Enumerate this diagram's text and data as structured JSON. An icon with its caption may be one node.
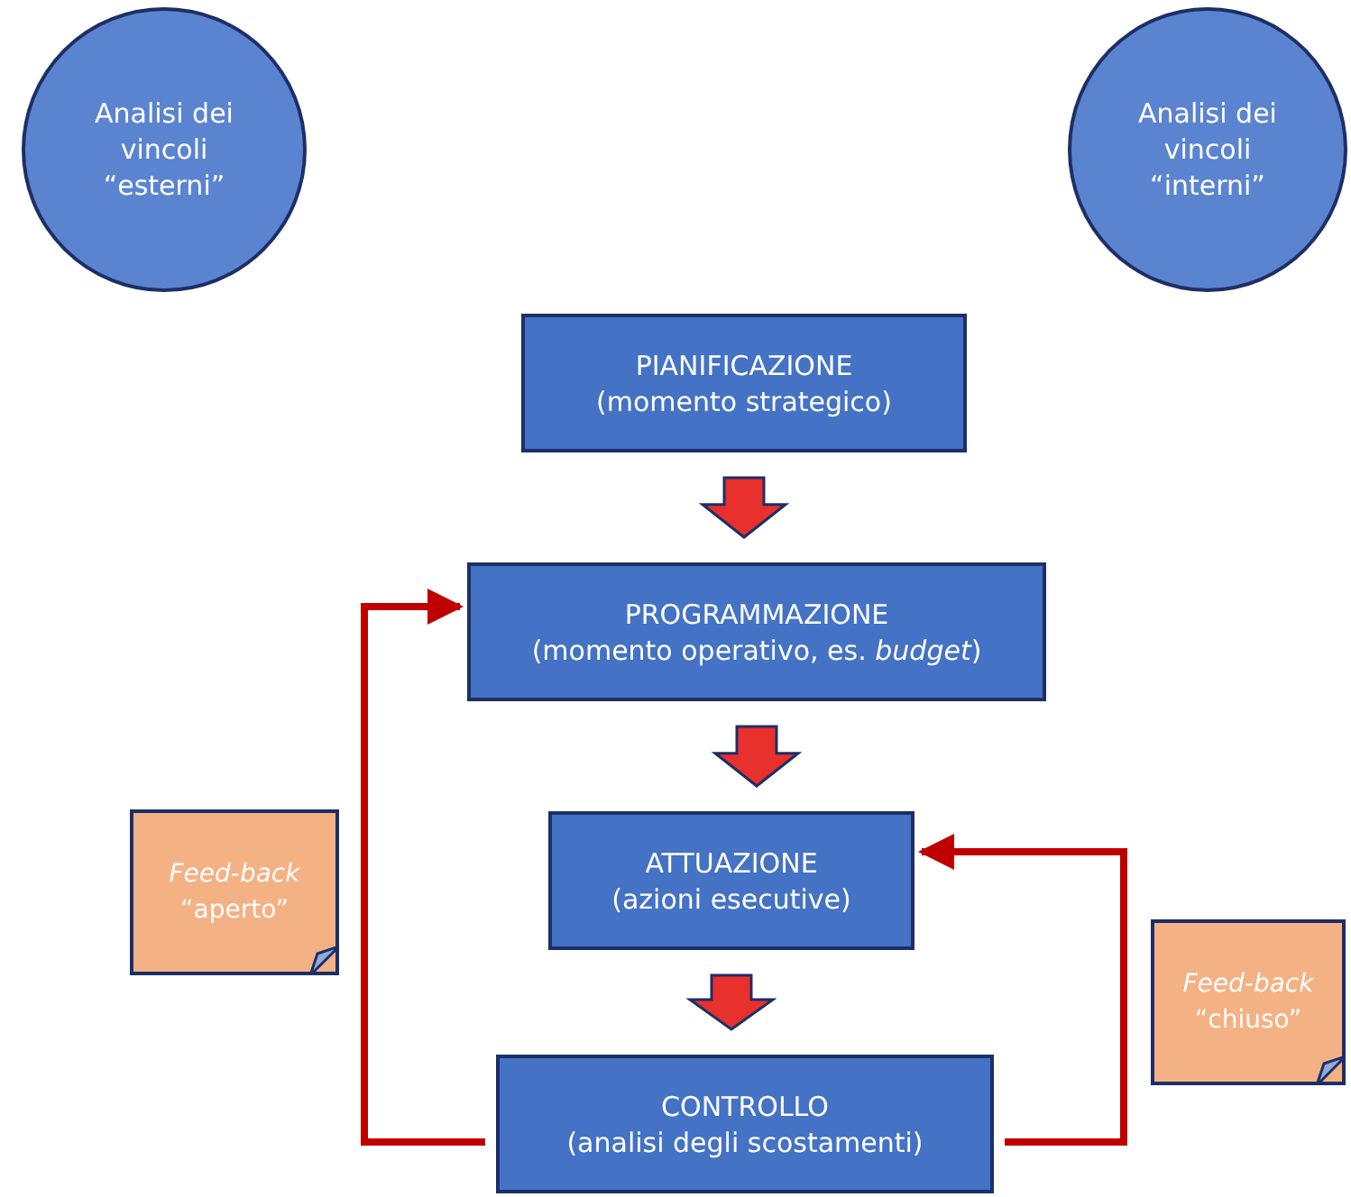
{
  "diagram": {
    "nodes": [
      {
        "text": [
          "Analisi dei vincoli “esterni”"
        ]
      },
      {
        "text": [
          "Analisi dei vincoli “interni”"
        ]
      },
      {
        "text": [
          "PIANIFICAZIONE",
          "(momento strategico)"
        ]
      },
      {
        "text": [
          "PROGRAMMAZIONE",
          "(momento operativo, es. *budget*)"
        ]
      },
      {
        "text": [
          "ATTUAZIONE",
          "(azioni esecutive)"
        ]
      },
      {
        "text": [
          "CONTROLLO",
          "(analisi degli scostamenti)"
        ]
      },
      {
        "text": [
          "Feed-back",
          "“aperto”"
        ]
      },
      {
        "text": [
          "Feed-back",
          "“chiuso”"
        ]
      }
    ],
    "edges": [
      {
        "from": 2,
        "to": 3,
        "arrow": "to",
        "style": "thick"
      },
      {
        "from": 3,
        "to": 4,
        "arrow": "to",
        "style": "thick"
      },
      {
        "from": 4,
        "to": 5,
        "arrow": "to",
        "style": "thick"
      },
      {
        "from": 5,
        "to": 3,
        "arrow": "to"
      },
      {
        "from": 5,
        "to": 4,
        "arrow": "to"
      }
    ]
  }
}
